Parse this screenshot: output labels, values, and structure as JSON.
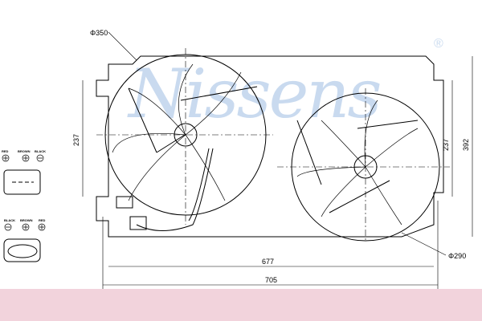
{
  "watermark": "Nissens",
  "registered": "®",
  "dimensions": {
    "d_large": "Φ350",
    "d_small": "Φ290",
    "h_left": "237",
    "h_right": "237",
    "h_total": "392",
    "w_inner": "677",
    "w_total": "705"
  },
  "connector1": {
    "pins": [
      "RED",
      "BROWN",
      "BLACK"
    ],
    "polarity": [
      "+",
      "+",
      "−"
    ]
  },
  "connector2": {
    "pins": [
      "BLACK",
      "BROWN",
      "RED"
    ],
    "polarity": [
      "−",
      "+",
      "+"
    ]
  }
}
